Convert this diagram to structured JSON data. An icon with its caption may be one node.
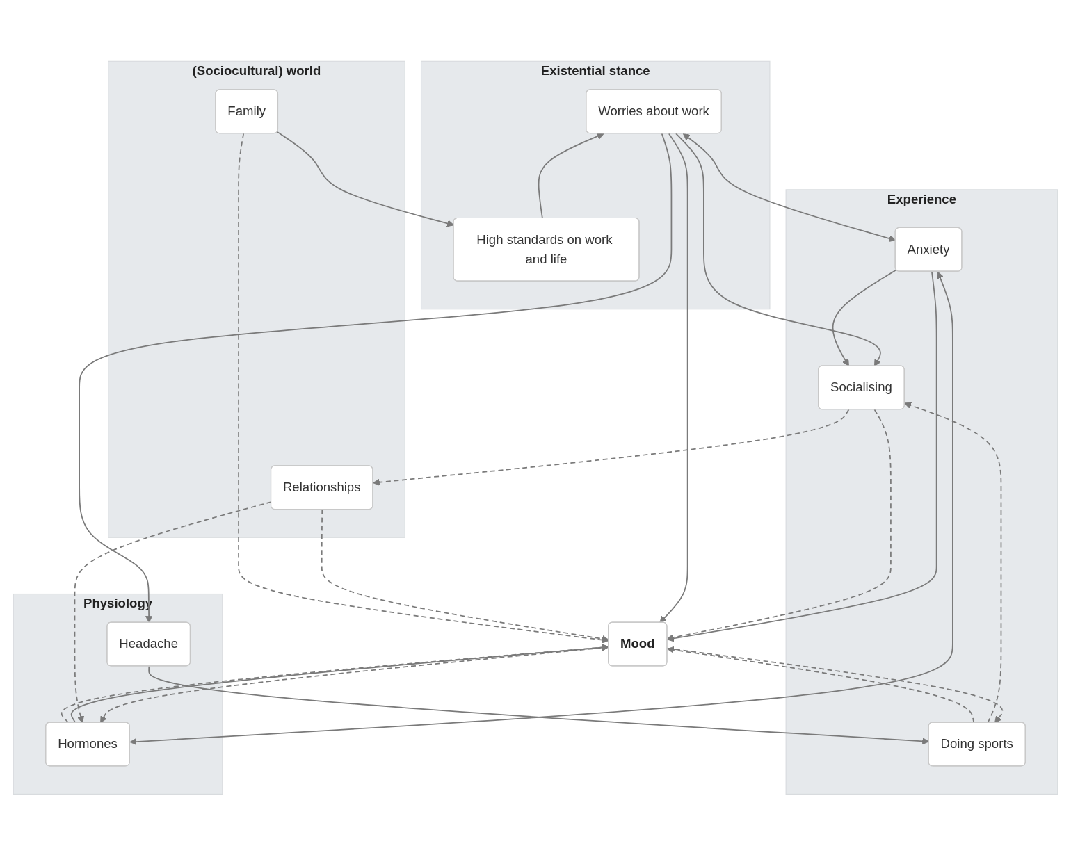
{
  "diagram": {
    "nodes": [
      {
        "text": [
          "Existential stance"
        ]
      },
      {
        "text": [
          "Worries about work"
        ],
        "in": 0
      },
      {
        "text": [
          "High standards on work and life"
        ],
        "in": 0
      },
      {
        "text": [
          "Experience"
        ]
      },
      {
        "text": [
          "Anxiety"
        ],
        "in": 3
      },
      {
        "text": [
          "Doing sports"
        ],
        "in": 3
      },
      {
        "text": [
          "Socialising"
        ],
        "in": 3
      },
      {
        "text": [
          "Mood"
        ]
      },
      {
        "text": [
          "Physiology"
        ]
      },
      {
        "text": [
          "Hormones"
        ],
        "in": 8
      },
      {
        "text": [
          "Headache"
        ],
        "in": 8
      },
      {
        "text": [
          "(Sociocultural) world"
        ]
      },
      {
        "text": [
          "Relationships"
        ],
        "in": 11
      },
      {
        "text": [
          "Family"
        ],
        "in": 11
      }
    ],
    "edges": [
      {
        "from": 1,
        "to": 4,
        "arrow": "both"
      },
      {
        "from": 2,
        "to": 1,
        "arrow": "to"
      },
      {
        "from": 13,
        "to": 2,
        "arrow": "to"
      },
      {
        "from": 1,
        "to": 10,
        "arrow": "to"
      },
      {
        "from": 1,
        "to": 7,
        "arrow": "to"
      },
      {
        "from": 1,
        "to": 6,
        "arrow": "to"
      },
      {
        "from": 4,
        "to": 6,
        "arrow": "to"
      },
      {
        "from": 5,
        "to": 6,
        "arrow": "to",
        "style": "dashed"
      },
      {
        "from": 7,
        "to": 5,
        "arrow": "to",
        "style": "dashed"
      },
      {
        "from": 5,
        "to": 7,
        "arrow": "to",
        "style": "dashed"
      },
      {
        "from": 4,
        "to": 7,
        "arrow": "to"
      },
      {
        "from": 4,
        "to": 9,
        "arrow": "both"
      },
      {
        "from": 9,
        "to": 7,
        "arrow": "to"
      },
      {
        "from": 10,
        "to": 5,
        "arrow": "to"
      },
      {
        "from": 7,
        "to": 9,
        "arrow": "to",
        "style": "dashed"
      },
      {
        "from": 9,
        "to": 7,
        "arrow": "to",
        "style": "dashed"
      },
      {
        "from": 6,
        "to": 7,
        "arrow": "to",
        "style": "dashed"
      },
      {
        "from": 6,
        "to": 12,
        "arrow": "to",
        "style": "dashed"
      },
      {
        "from": 12,
        "to": 7,
        "arrow": "to",
        "style": "dashed"
      },
      {
        "from": 12,
        "to": 9,
        "arrow": "to",
        "style": "dashed"
      },
      {
        "from": 13,
        "to": 7,
        "arrow": "to",
        "style": "dashed"
      }
    ]
  }
}
